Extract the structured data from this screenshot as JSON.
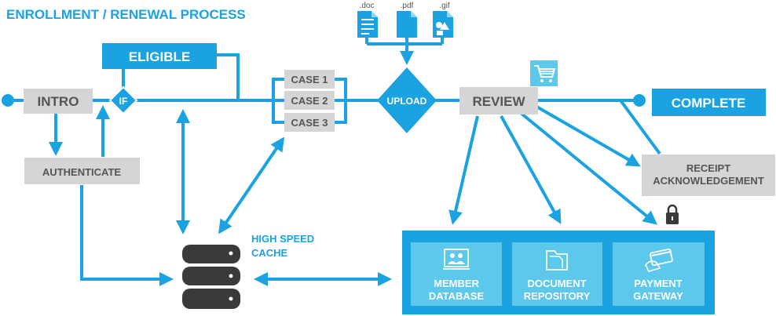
{
  "title": "ENROLLMENT / RENEWAL PROCESS",
  "nodes": {
    "intro": "INTRO",
    "eligible": "ELIGIBLE",
    "if": "IF",
    "authenticate": "AUTHENTICATE",
    "case1": "CASE 1",
    "case2": "CASE 2",
    "case3": "CASE 3",
    "upload": "UPLOAD",
    "review": "REVIEW",
    "complete": "COMPLETE",
    "receipt_line1": "RECEIPT",
    "receipt_line2": "ACKNOWLEDGEMENT",
    "cache_line1": "HIGH SPEED",
    "cache_line2": "CACHE"
  },
  "file_types": [
    ".doc",
    ".pdf",
    ".gif"
  ],
  "services": [
    {
      "line1": "MEMBER",
      "line2": "DATABASE",
      "icon": "members-icon"
    },
    {
      "line1": "DOCUMENT",
      "line2": "REPOSITORY",
      "icon": "folder-icon"
    },
    {
      "line1": "PAYMENT",
      "line2": "GATEWAY",
      "icon": "credit-card-icon"
    }
  ],
  "colors": {
    "accent": "#1AA3E0",
    "accent_light": "#5CC8EC",
    "gray_box": "#D5D5D5",
    "gray_text": "#555555",
    "dark": "#3A3A3A"
  }
}
